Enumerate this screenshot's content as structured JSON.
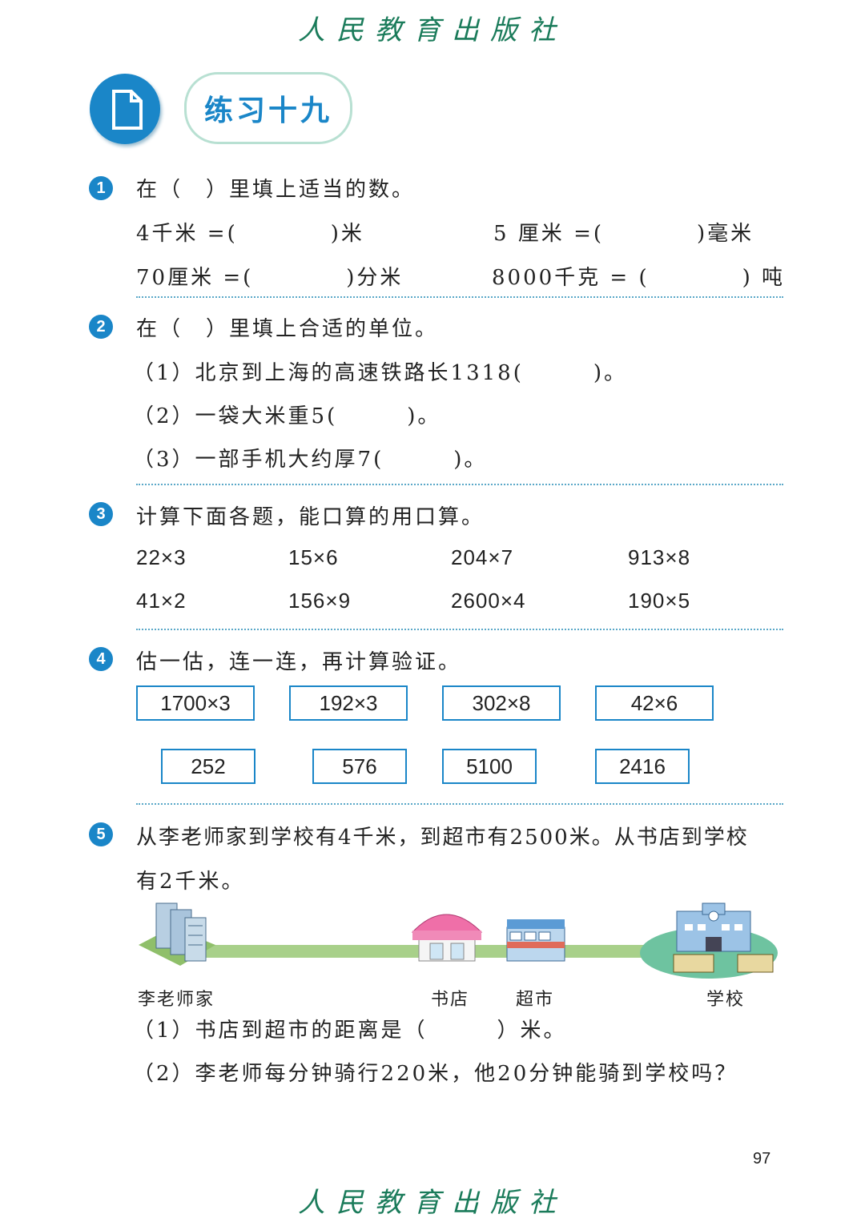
{
  "header": {
    "publisher": "人民教育出版社"
  },
  "footer": {
    "publisher": "人民教育出版社",
    "page_number": "97"
  },
  "title": "练习十九",
  "q1": {
    "num": "1",
    "prompt": "在（　）里填上适当的数。",
    "items": [
      "4千米 =(　　　　)米",
      "5 厘米 =(　　　　)毫米",
      "70厘米 =(　　　　)分米",
      "8000千克 = (　　　　) 吨"
    ]
  },
  "q2": {
    "num": "2",
    "prompt": "在（　）里填上合适的单位。",
    "items": [
      "（1）北京到上海的高速铁路长1318(　　　)。",
      "（2）一袋大米重5(　　　)。",
      "（3）一部手机大约厚7(　　　)。"
    ]
  },
  "q3": {
    "num": "3",
    "prompt": "计算下面各题，能口算的用口算。",
    "row1": [
      "22×3",
      "15×6",
      "204×7",
      "913×8"
    ],
    "row2": [
      "41×2",
      "156×9",
      "2600×4",
      "190×5"
    ]
  },
  "q4": {
    "num": "4",
    "prompt": "估一估，连一连，再计算验证。",
    "expressions": [
      "1700×3",
      "192×3",
      "302×8",
      "42×6"
    ],
    "answers": [
      "252",
      "576",
      "5100",
      "2416"
    ]
  },
  "q5": {
    "num": "5",
    "line1": "从李老师家到学校有4千米，到超市有2500米。从书店到学校",
    "line2": "有2千米。",
    "labels": {
      "home": "李老师家",
      "bookstore": "书店",
      "supermarket": "超市",
      "school": "学校"
    },
    "sub1": "（1）书店到超市的距离是（　　　）米。",
    "sub2": "（2）李老师每分钟骑行220米，他20分钟能骑到学校吗？"
  },
  "colors": {
    "accent": "#1a86c8",
    "publisher": "#1a7b5a",
    "title_text": "#1a86c8",
    "road": "#a8d08a"
  }
}
